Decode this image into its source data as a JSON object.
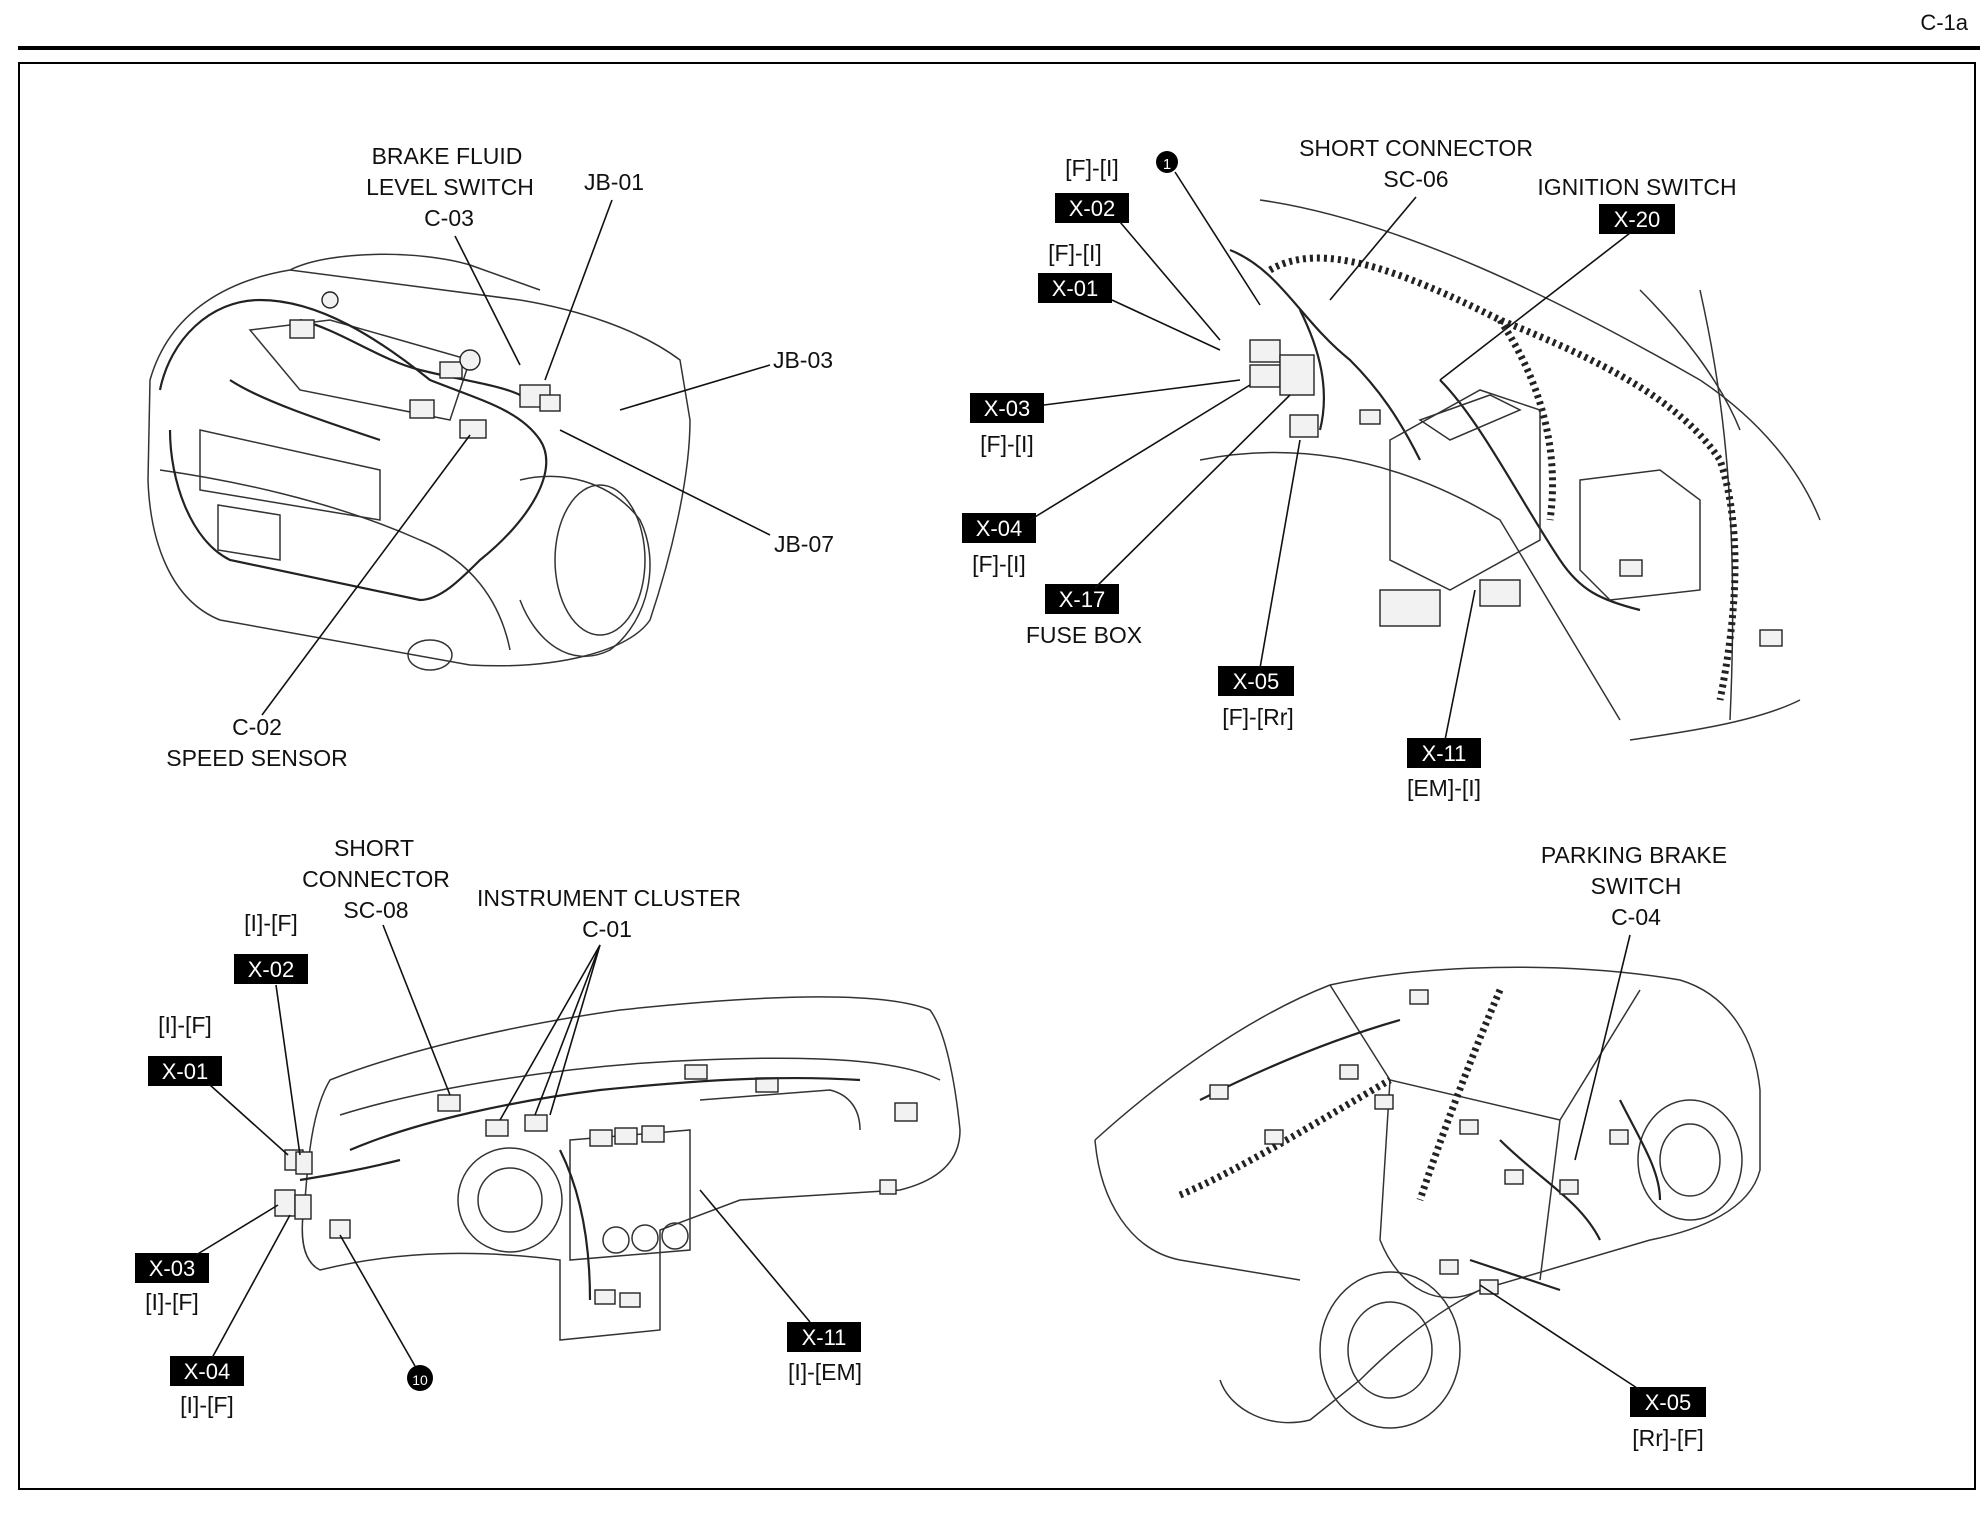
{
  "page_code": "C-1a",
  "panel_engine": {
    "brake_fluid": [
      "BRAKE FLUID",
      "LEVEL SWITCH",
      "C-03"
    ],
    "jb01": "JB-01",
    "jb03": "JB-03",
    "jb07": "JB-07",
    "speed_sensor": [
      "C-02",
      "SPEED SENSOR"
    ]
  },
  "panel_interior": {
    "short_connector": [
      "SHORT CONNECTOR",
      "SC-06"
    ],
    "ignition_switch": "IGNITION SWITCH",
    "x20": "X-20",
    "x02": {
      "tag": "X-02",
      "sub": "[F]-[I]"
    },
    "x01": {
      "tag": "X-01",
      "sub": "[F]-[I]"
    },
    "x03": {
      "tag": "X-03",
      "sub": "[F]-[I]"
    },
    "x04": {
      "tag": "X-04",
      "sub": "[F]-[I]"
    },
    "x17": {
      "tag": "X-17",
      "sub": "FUSE BOX"
    },
    "x05": {
      "tag": "X-05",
      "sub": "[F]-[Rr]"
    },
    "x11": {
      "tag": "X-11",
      "sub": "[EM]-[I]"
    },
    "badge": "1"
  },
  "panel_dash": {
    "short_connector": [
      "SHORT",
      "CONNECTOR",
      "SC-08"
    ],
    "instrument_cluster": [
      "INSTRUMENT CLUSTER",
      "C-01"
    ],
    "x02": {
      "tag": "X-02",
      "sub": "[I]-[F]"
    },
    "x01": {
      "tag": "X-01",
      "sub": "[I]-[F]"
    },
    "x03": {
      "tag": "X-03",
      "sub": "[I]-[F]"
    },
    "x04": {
      "tag": "X-04",
      "sub": "[I]-[F]"
    },
    "x11": {
      "tag": "X-11",
      "sub": "[I]-[EM]"
    },
    "badge": "10"
  },
  "panel_body": {
    "parking_brake": [
      "PARKING BRAKE",
      "SWITCH",
      "C-04"
    ],
    "x05": {
      "tag": "X-05",
      "sub": "[Rr]-[F]"
    }
  }
}
